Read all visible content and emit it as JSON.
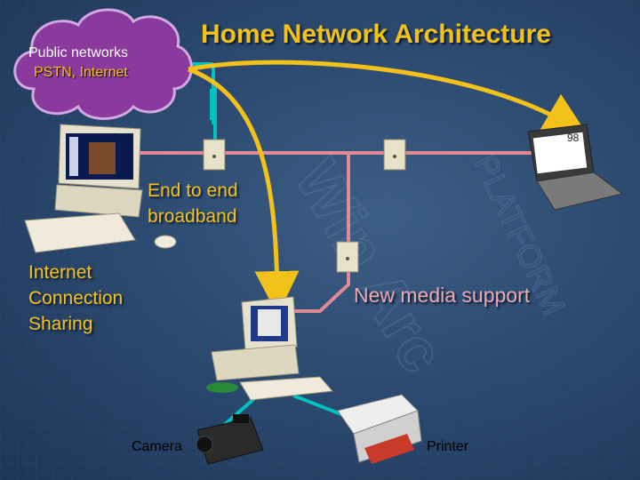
{
  "title": "Home Network Architecture",
  "cloud": {
    "line1": "Public networks",
    "line2": "PSTN, Internet"
  },
  "labels": {
    "end_to_end": [
      "End to end",
      "broadband"
    ],
    "ics": [
      "Internet",
      "Connection",
      "Sharing"
    ],
    "new_media": "New media support",
    "camera": "Camera",
    "printer": "Printer",
    "laptop_screen": "98"
  },
  "colors": {
    "title": "#f2c21a",
    "cable": "#00c0c0",
    "phone_line": "#e08a96",
    "connection_arrow": "#f2c21a",
    "cloud": "#8a3a9c",
    "new_media": "#e9a9b2"
  }
}
